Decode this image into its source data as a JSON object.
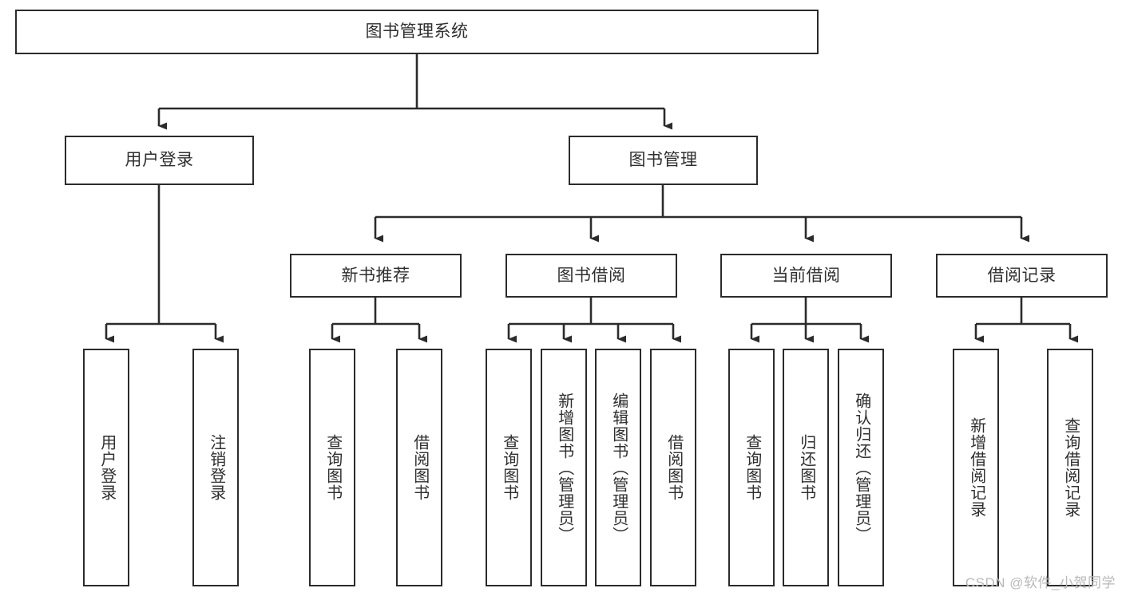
{
  "diagram": {
    "title": "图书管理系统",
    "type": "tree-hierarchy",
    "watermark": "CSDN @软件_小贺同学",
    "colors": {
      "stroke": "#2b2b2b",
      "text": "#2f2f2f",
      "background": "#ffffff",
      "watermark": "#b9b9b9"
    },
    "nodes": {
      "root": {
        "label": "图书管理系统",
        "orientation": "horizontal"
      },
      "level2": [
        {
          "id": "user-login",
          "label": "用户登录",
          "orientation": "horizontal"
        },
        {
          "id": "book-management",
          "label": "图书管理",
          "orientation": "horizontal"
        }
      ],
      "level3": [
        {
          "id": "new-book-recommend",
          "label": "新书推荐",
          "orientation": "horizontal"
        },
        {
          "id": "book-borrow",
          "label": "图书借阅",
          "orientation": "horizontal"
        },
        {
          "id": "current-borrow",
          "label": "当前借阅",
          "orientation": "horizontal"
        },
        {
          "id": "borrow-record",
          "label": "借阅记录",
          "orientation": "horizontal"
        }
      ],
      "leaves": {
        "user-login": [
          {
            "id": "leaf-user-login",
            "label": "用户登录",
            "orientation": "vertical"
          },
          {
            "id": "leaf-logout-login",
            "label": "注销登录",
            "orientation": "vertical"
          }
        ],
        "new-book-recommend": [
          {
            "id": "leaf-query-book-1",
            "label": "查询图书",
            "orientation": "vertical"
          },
          {
            "id": "leaf-borrow-book-1",
            "label": "借阅图书",
            "orientation": "vertical"
          }
        ],
        "book-borrow": [
          {
            "id": "leaf-query-book-2",
            "label": "查询图书",
            "orientation": "vertical"
          },
          {
            "id": "leaf-add-book",
            "label": "新增图书（管理员）",
            "orientation": "vertical"
          },
          {
            "id": "leaf-edit-book",
            "label": "编辑图书（管理员）",
            "orientation": "vertical"
          },
          {
            "id": "leaf-borrow-book-2",
            "label": "借阅图书",
            "orientation": "vertical"
          }
        ],
        "current-borrow": [
          {
            "id": "leaf-query-book-3",
            "label": "查询图书",
            "orientation": "vertical"
          },
          {
            "id": "leaf-return-book",
            "label": "归还图书",
            "orientation": "vertical"
          },
          {
            "id": "leaf-confirm-return",
            "label": "确认归还（管理员）",
            "orientation": "vertical"
          }
        ],
        "borrow-record": [
          {
            "id": "leaf-add-record",
            "label": "新增借阅记录",
            "orientation": "vertical"
          },
          {
            "id": "leaf-query-record",
            "label": "查询借阅记录",
            "orientation": "vertical"
          }
        ]
      }
    }
  }
}
